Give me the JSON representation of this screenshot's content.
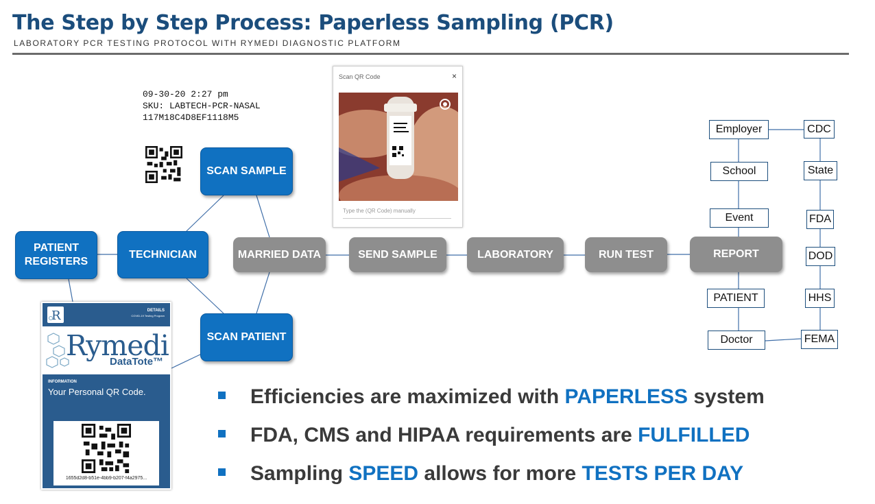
{
  "header": {
    "title": "The Step by Step Process: Paperless Sampling (PCR)",
    "subtitle": "LABORATORY PCR TESTING PROTOCOL WITH RYMEDI DIAGNOSTIC PLATFORM"
  },
  "sample_label": {
    "line1": "09-30-20 2:27 pm",
    "line2": "SKU: LABTECH-PCR-NASAL",
    "line3": "117M18C4D8EF1118M5"
  },
  "scan_dialog": {
    "title": "Scan QR Code",
    "close": "×",
    "placeholder": "Type the (QR Code) manually"
  },
  "nodes": {
    "patient_registers": "PATIENT REGISTERS",
    "technician": "TECHNICIAN",
    "scan_sample": "SCAN SAMPLE",
    "scan_patient": "SCAN PATIENT",
    "married_data": "MARRIED DATA",
    "send_sample": "SEND SAMPLE",
    "laboratory": "LABORATORY",
    "run_test": "RUN TEST",
    "report": "REPORT"
  },
  "recipients": {
    "employer": "Employer",
    "school": "School",
    "event": "Event",
    "patient": "PATIENT",
    "doctor": "Doctor",
    "cdc": "CDC",
    "state": "State",
    "fda": "FDA",
    "dod": "DOD",
    "hhs": "HHS",
    "fema": "FEMA"
  },
  "card": {
    "details": "DETAILS",
    "program": "COVID-19 Testing Program",
    "brand": "Rymedi",
    "product": "DataTote™",
    "info_label": "INFORMATION",
    "info_text": "Your Personal QR Code.",
    "qr_id": "1655d2d8-b51e-4bb9-b207-f4a2975..."
  },
  "bullets": [
    {
      "before": "Efficiencies are maximized with ",
      "highlight": "PAPERLESS",
      "after": " system"
    },
    {
      "before": "FDA, CMS and HIPAA requirements are ",
      "highlight": "FULFILLED",
      "after": ""
    },
    {
      "before": "Sampling ",
      "highlight": "SPEED",
      "middle": " allows for more ",
      "highlight2": "TESTS PER DAY",
      "after": ""
    }
  ],
  "colors": {
    "title": "#1b4d7c",
    "blue_node": "#1071c1",
    "gray_node": "#8e8e8e",
    "highlight": "#1071c1",
    "card": "#2a5c8e"
  }
}
